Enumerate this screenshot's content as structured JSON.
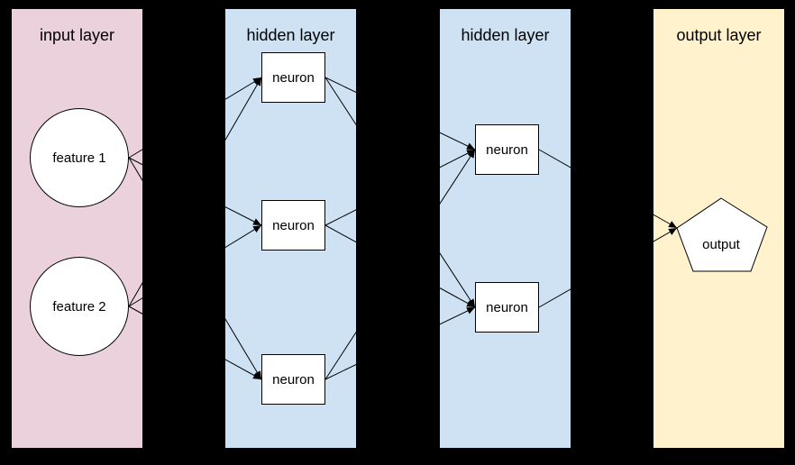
{
  "diagram": {
    "type": "neural-network-layer-diagram",
    "background_color": "#000000",
    "node_fill_color": "#ffffff",
    "edge_color": "#000000",
    "layers": [
      {
        "title": "input layer",
        "color": "#ead1dc",
        "nodes": [
          {
            "id": "feature-1",
            "label": "feature 1",
            "shape": "circle"
          },
          {
            "id": "feature-2",
            "label": "feature 2",
            "shape": "circle"
          }
        ]
      },
      {
        "title": "hidden layer",
        "color": "#cfe2f3",
        "nodes": [
          {
            "id": "h1-neuron-1",
            "label": "neuron",
            "shape": "rect"
          },
          {
            "id": "h1-neuron-2",
            "label": "neuron",
            "shape": "rect"
          },
          {
            "id": "h1-neuron-3",
            "label": "neuron",
            "shape": "rect"
          }
        ]
      },
      {
        "title": "hidden layer",
        "color": "#cfe2f3",
        "nodes": [
          {
            "id": "h2-neuron-1",
            "label": "neuron",
            "shape": "rect"
          },
          {
            "id": "h2-neuron-2",
            "label": "neuron",
            "shape": "rect"
          }
        ]
      },
      {
        "title": "output layer",
        "color": "#fff2cc",
        "nodes": [
          {
            "id": "output",
            "label": "output",
            "shape": "pentagon"
          }
        ]
      }
    ],
    "edges": [
      {
        "from": "feature-1",
        "to": "h1-neuron-1"
      },
      {
        "from": "feature-1",
        "to": "h1-neuron-2"
      },
      {
        "from": "feature-1",
        "to": "h1-neuron-3"
      },
      {
        "from": "feature-2",
        "to": "h1-neuron-1"
      },
      {
        "from": "feature-2",
        "to": "h1-neuron-2"
      },
      {
        "from": "feature-2",
        "to": "h1-neuron-3"
      },
      {
        "from": "h1-neuron-1",
        "to": "h2-neuron-1"
      },
      {
        "from": "h1-neuron-1",
        "to": "h2-neuron-2"
      },
      {
        "from": "h1-neuron-2",
        "to": "h2-neuron-1"
      },
      {
        "from": "h1-neuron-2",
        "to": "h2-neuron-2"
      },
      {
        "from": "h1-neuron-3",
        "to": "h2-neuron-1"
      },
      {
        "from": "h1-neuron-3",
        "to": "h2-neuron-2"
      },
      {
        "from": "h2-neuron-1",
        "to": "output"
      },
      {
        "from": "h2-neuron-2",
        "to": "output"
      }
    ],
    "edge_style": {
      "stroke_width": 1,
      "arrowhead": "filled-triangle-at-target"
    }
  }
}
